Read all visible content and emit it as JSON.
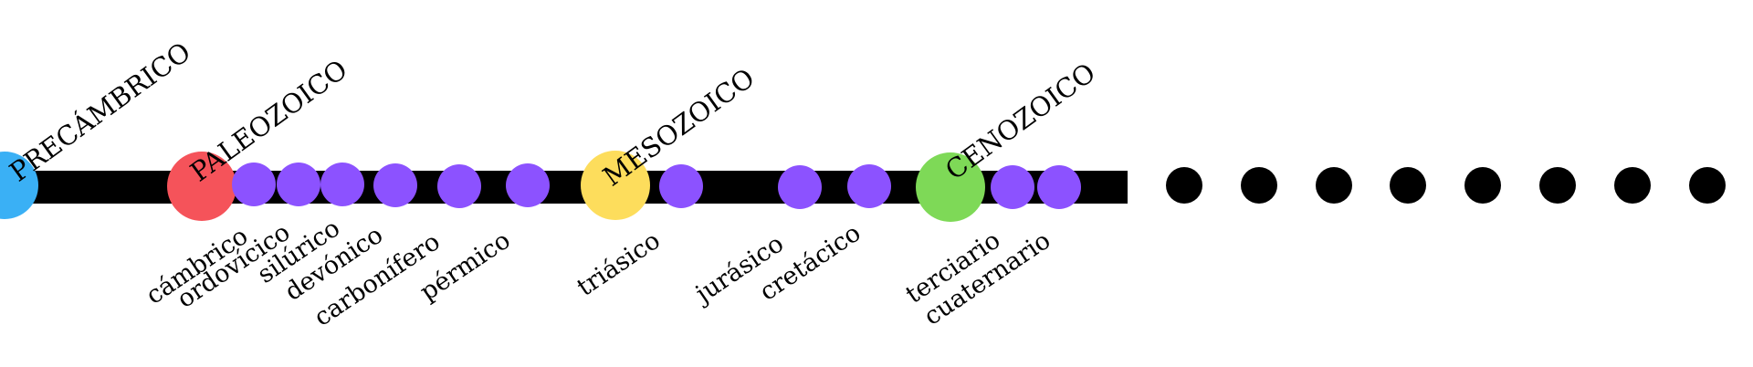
{
  "eras": [
    {
      "name": "PRECÁMBRICO",
      "color": "#3ab0f5"
    },
    {
      "name": "PALEOZOICO",
      "color": "#f5535a"
    },
    {
      "name": "MESOZOICO",
      "color": "#fddd5c"
    },
    {
      "name": "CENOZOICO",
      "color": "#7ed957"
    }
  ],
  "periods": [
    {
      "name": "cámbrico",
      "era": "PALEOZOICO"
    },
    {
      "name": "ordovícico",
      "era": "PALEOZOICO"
    },
    {
      "name": "silúrico",
      "era": "PALEOZOICO"
    },
    {
      "name": "devónico",
      "era": "PALEOZOICO"
    },
    {
      "name": "carbonífero",
      "era": "PALEOZOICO"
    },
    {
      "name": "pérmico",
      "era": "PALEOZOICO"
    },
    {
      "name": "triásico",
      "era": "MESOZOICO"
    },
    {
      "name": "jurásico",
      "era": "MESOZOICO"
    },
    {
      "name": "cretácico",
      "era": "MESOZOICO"
    },
    {
      "name": "terciario",
      "era": "CENOZOICO"
    },
    {
      "name": "cuaternario",
      "era": "CENOZOICO"
    }
  ],
  "colors": {
    "timeline_bar": "#000000",
    "period_dot": "#8c52ff",
    "continuation_dot": "#000000"
  },
  "continuation_dot_count": 8
}
